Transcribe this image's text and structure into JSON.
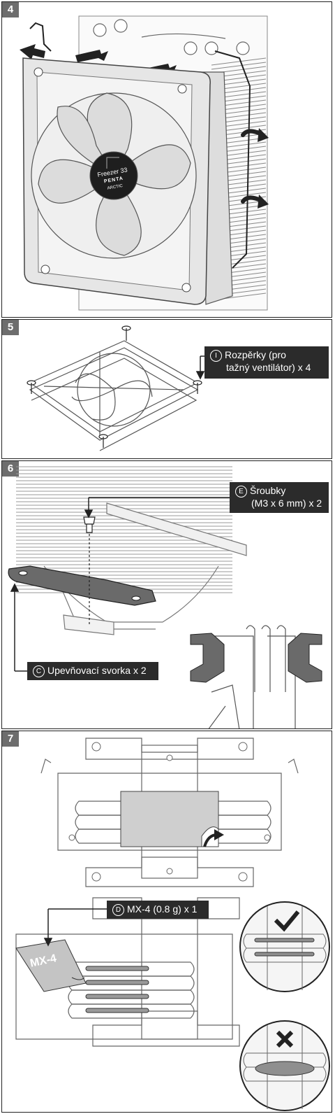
{
  "steps": [
    {
      "number": "4"
    },
    {
      "number": "5",
      "callout": {
        "badge": "I",
        "line1": "Rozpěrky (pro",
        "line2": "tažný ventilátor) x 4"
      }
    },
    {
      "number": "6",
      "callout_top": {
        "badge": "E",
        "line1": "Šroubky",
        "line2": "(M3 x 6 mm) x 2"
      },
      "callout_bottom": {
        "badge": "C",
        "text": "Upevňovací svorka x 2"
      }
    },
    {
      "number": "7",
      "callout": {
        "badge": "D",
        "text": "MX-4 (0.8 g) x 1"
      }
    }
  ],
  "fan_label": {
    "model": "Freezer 33",
    "variant": "PENTA",
    "brand": "ARCTIC"
  },
  "paste_label": {
    "name": "MX-4"
  },
  "colors": {
    "line": "#555555",
    "callout_bg": "#2b2b2b",
    "fan_fill": "#e4e4e4",
    "paste_fill": "#d8d8d8"
  }
}
